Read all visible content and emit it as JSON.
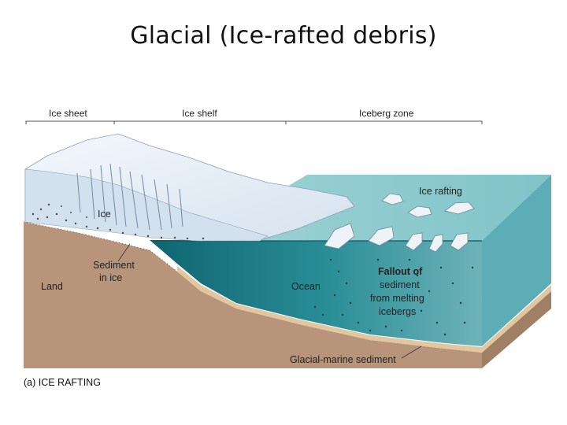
{
  "title": "Glacial (Ice-rafted debris)",
  "zones": {
    "ice_sheet": "Ice sheet",
    "ice_shelf": "Ice shelf",
    "iceberg_zone": "Iceberg zone"
  },
  "labels": {
    "ice": "Ice",
    "ice_rafting": "Ice rafting",
    "sediment_line1": "Sediment",
    "sediment_line2": "in ice",
    "land": "Land",
    "ocean": "Ocean",
    "fallout_line1": "Fallout of",
    "fallout_line2": "sediment",
    "fallout_line3": "from melting",
    "fallout_line4": "icebergs",
    "glacial_marine": "Glacial-marine sediment"
  },
  "caption": "(a) ICE RAFTING",
  "colors": {
    "land": "#b8957a",
    "land_dark": "#a08065",
    "ocean_deep": "#0f6f7a",
    "ocean_light": "#7cc3c8",
    "ocean_side": "#5fb1ba",
    "ice": "#e6eef7",
    "sediment": "#e2c6a0"
  }
}
